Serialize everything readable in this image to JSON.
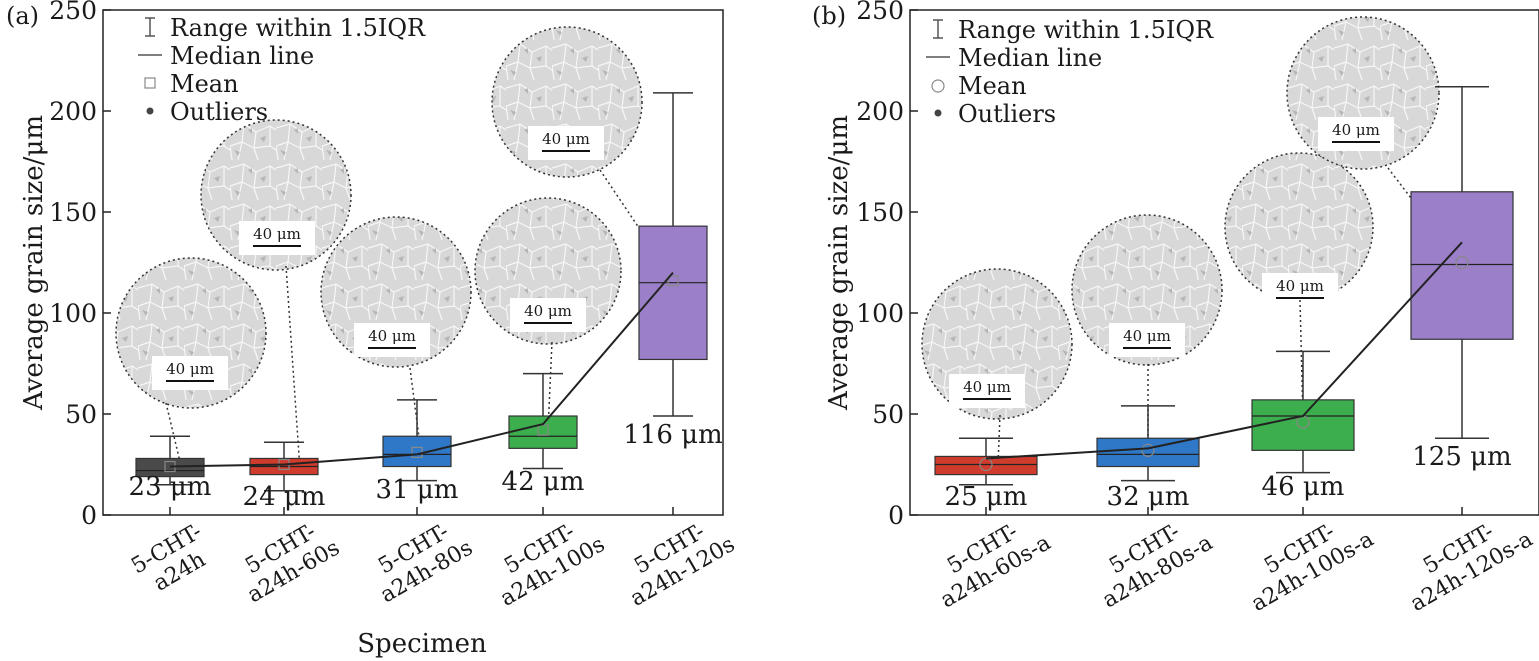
{
  "chart_data": [
    {
      "panel_label": "(a)",
      "type": "box",
      "ylabel": "Average grain size/μm",
      "xlabel": "Specimen",
      "ylim": [
        0,
        250
      ],
      "yticks": [
        0,
        50,
        100,
        150,
        200,
        250
      ],
      "categories": [
        [
          "5-CHT-",
          "a24h"
        ],
        [
          "5-CHT-",
          "a24h-60s"
        ],
        [
          "5-CHT-",
          "a24h-80s"
        ],
        [
          "5-CHT-",
          "a24h-100s"
        ],
        [
          "5-CHT-",
          "a24h-120s"
        ]
      ],
      "legend": [
        "Range within 1.5IQR",
        "Median line",
        "Mean",
        "Outliers"
      ],
      "mean_marker": "square",
      "boxes": [
        {
          "whisker_low": 15,
          "q1": 19,
          "median": 22,
          "q3": 28,
          "whisker_high": 39,
          "mean": 24,
          "color": "#4a4a4a",
          "label": "23 μm",
          "micrograph_scale": "40 μm"
        },
        {
          "whisker_low": 12,
          "q1": 20,
          "median": 24,
          "q3": 28,
          "whisker_high": 36,
          "mean": 25,
          "color": "#cf3b2c",
          "label": "24 μm",
          "micrograph_scale": "40 μm"
        },
        {
          "whisker_low": 17,
          "q1": 24,
          "median": 30,
          "q3": 39,
          "whisker_high": 57,
          "mean": 31,
          "color": "#2f78c8",
          "label": "31 μm",
          "micrograph_scale": "40 μm"
        },
        {
          "whisker_low": 23,
          "q1": 33,
          "median": 39,
          "q3": 49,
          "whisker_high": 70,
          "mean": 42,
          "color": "#3cae4e",
          "label": "42 μm",
          "micrograph_scale": "40 μm"
        },
        {
          "whisker_low": 49,
          "q1": 77,
          "median": 115,
          "q3": 143,
          "whisker_high": 209,
          "mean": 116,
          "color": "#9b7fc9",
          "label": "116 μm",
          "micrograph_scale": "40 μm"
        }
      ],
      "trend_line": [
        24,
        25,
        30,
        45,
        120
      ]
    },
    {
      "panel_label": "(b)",
      "type": "box",
      "ylabel": "Average grain size/μm",
      "xlabel": "",
      "ylim": [
        0,
        250
      ],
      "yticks": [
        0,
        50,
        100,
        150,
        200,
        250
      ],
      "categories": [
        [
          "5-CHT-",
          "a24h-60s-a"
        ],
        [
          "5-CHT-",
          "a24h-80s-a"
        ],
        [
          "5-CHT-",
          "a24h-100s-a"
        ],
        [
          "5-CHT-",
          "a24h-120s-a"
        ]
      ],
      "legend": [
        "Range within 1.5IQR",
        "Median line",
        "Mean",
        "Outliers"
      ],
      "mean_marker": "circle",
      "boxes": [
        {
          "whisker_low": 15,
          "q1": 20,
          "median": 25,
          "q3": 29,
          "whisker_high": 38,
          "mean": 25,
          "color": "#cf3b2c",
          "label": "25 μm",
          "micrograph_scale": "40 μm"
        },
        {
          "whisker_low": 17,
          "q1": 24,
          "median": 30,
          "q3": 38,
          "whisker_high": 54,
          "mean": 32,
          "color": "#2f78c8",
          "label": "32 μm",
          "micrograph_scale": "40 μm"
        },
        {
          "whisker_low": 21,
          "q1": 32,
          "median": 49,
          "q3": 57,
          "whisker_high": 81,
          "mean": 46,
          "color": "#3cae4e",
          "label": "46 μm",
          "micrograph_scale": "40 μm"
        },
        {
          "whisker_low": 38,
          "q1": 87,
          "median": 124,
          "q3": 160,
          "whisker_high": 212,
          "mean": 125,
          "color": "#9b7fc9",
          "label": "125 μm",
          "micrograph_scale": "40 μm"
        }
      ],
      "trend_line": [
        28,
        33,
        49,
        135
      ]
    }
  ]
}
